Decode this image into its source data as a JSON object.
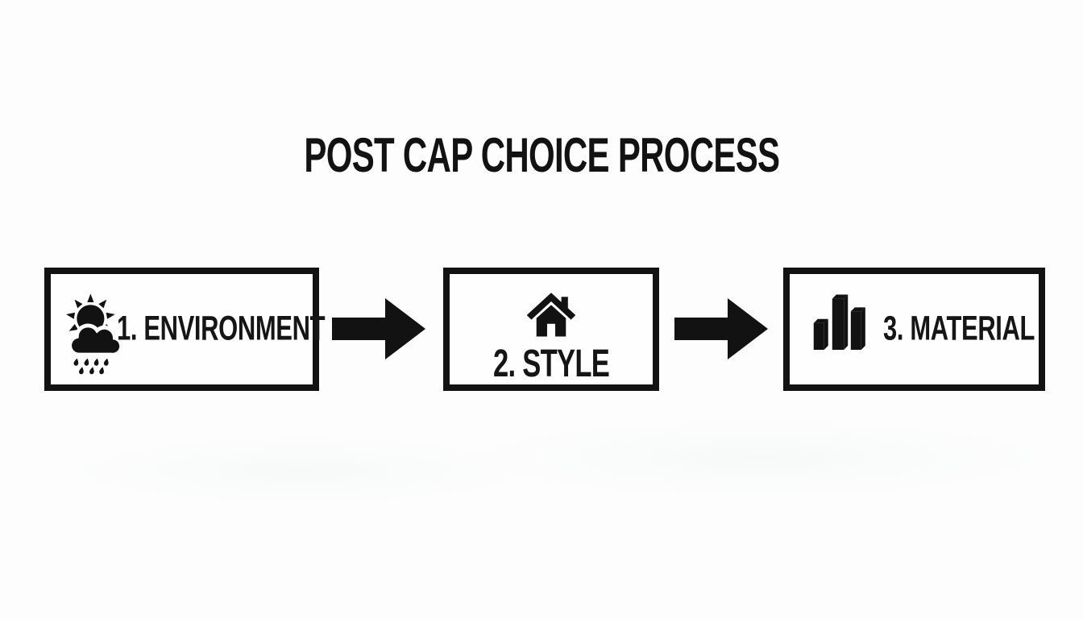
{
  "title": "POST CAP CHOICE PROCESS",
  "colors": {
    "ink": "#121212",
    "background": "#fdfdfd"
  },
  "steps": [
    {
      "label": "1. ENVIRONMENT",
      "icon": "sun-rain-cloud-icon"
    },
    {
      "label": "2. STYLE",
      "icon": "house-icon"
    },
    {
      "label": "3. MATERIAL",
      "icon": "bar-chart-icon"
    }
  ],
  "connectors": [
    {
      "icon": "right-arrow-icon",
      "from": "1. ENVIRONMENT",
      "to": "2. STYLE"
    },
    {
      "icon": "right-arrow-icon",
      "from": "2. STYLE",
      "to": "3. MATERIAL"
    }
  ]
}
